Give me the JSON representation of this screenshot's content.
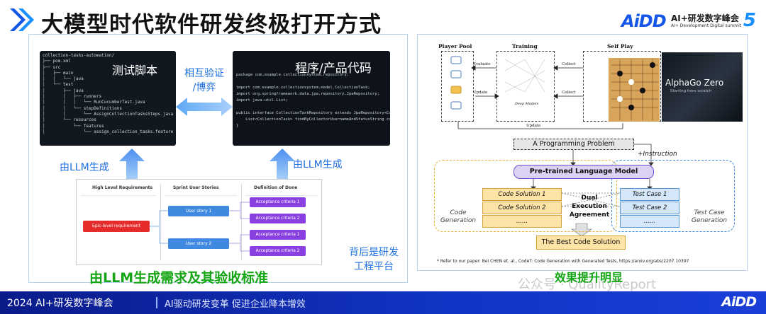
{
  "header": {
    "title": "大模型时代软件研发终极打开方式",
    "logo": {
      "mark": "AiDD",
      "text": "AI+研发数字峰会",
      "sub": "AI+ Development Digital summit",
      "number": "5"
    }
  },
  "left_panel": {
    "test_script_label": "测试脚本",
    "program_label": "程序/产品代码",
    "mutual_verify": "相互验证\n/博弈",
    "generated_left": "由LLM生成",
    "generated_right": "由LLM生成",
    "background_note": "背后是研发\n工程平台",
    "caption": "由LLM生成需求及其验收标准",
    "code_tree": [
      "collection-tasks-automation/",
      "├── pom.xml",
      "├── src",
      "│   ├── main",
      "│   │   └── java",
      "│   └── test",
      "│       ├── java",
      "│       │   ├── runners",
      "│       │   │   └── RunCucumberTest.java",
      "│       │   └── stepDefinitions",
      "│       │       └── AssignCollectionTasksSteps.java",
      "│       └── resources",
      "│           └── features",
      "│               └── assign_collection_tasks.feature"
    ],
    "code_lines": [
      "package com.example.collectionsystem.repository;",
      "",
      "import com.example.collectionsystem.model.CollectionTask;",
      "import org.springframework.data.jpa.repository.JpaRepository;",
      "import java.util.List;",
      "",
      "public interface CollectionTaskRepository extends JpaRepository<CollectionTask, Long> {",
      "    List<CollectionTask> findByCollectorUsernameAndStatusString collectorUsername, String status);",
      "}"
    ],
    "requirements": {
      "col_high": "High Level Requirements",
      "col_sprint": "Sprint User Stories",
      "col_done": "Definition of Done",
      "epic": "Epic-level requirement",
      "stories": [
        "User story 1",
        "User story 2"
      ],
      "criteria": [
        "Acceptance criteria 1",
        "Acceptance criteria 2",
        "Acceptance criteria 1",
        "Acceptance criteria 2"
      ]
    }
  },
  "right_panel": {
    "player_pool": "Player Pool",
    "training": "Training",
    "self_play": "Self Play",
    "evaluate": "Evaluate",
    "update": "Update",
    "collect": "Collect",
    "deep_models": "Deep Models",
    "update_bottom": "Update",
    "alphago_title": "AlphaGo Zero",
    "alphago_sub": "Starting from scratch",
    "problem": "A Programming Problem",
    "instruction": "+Instruction",
    "plm": "Pre-trained Language Model",
    "code_solutions": [
      "Code Solution 1",
      "Code Solution 2",
      "......"
    ],
    "test_cases": [
      "Test Case 1",
      "Test Case 2",
      "......"
    ],
    "code_generation": "Code\nGeneration",
    "test_case_generation": "Test Case\nGeneration",
    "dual_agreement": "Dual\nExecution\nAgreement",
    "best_solution": "The Best Code Solution",
    "reference": "* Refer to our paper: Bei CHEN et. al., CodeT: Code Generation with Generated Tests, https://arxiv.org/abs/2207.10397",
    "effect": "效果提升明显",
    "watermark": "公众号 · QualityReport"
  },
  "footer": {
    "main": "2024 AI+研发数字峰会",
    "slogan": "AI驱动研发变革  促进企业降本增效",
    "logo": "AiDD"
  },
  "colors": {
    "brand_blue": "#1456e8",
    "accent_blue": "#1f6fe0",
    "green": "#14a514",
    "epic_red": "#e52b2b",
    "story_blue": "#3f8ae0",
    "criteria_purple": "#8a3fe0"
  }
}
